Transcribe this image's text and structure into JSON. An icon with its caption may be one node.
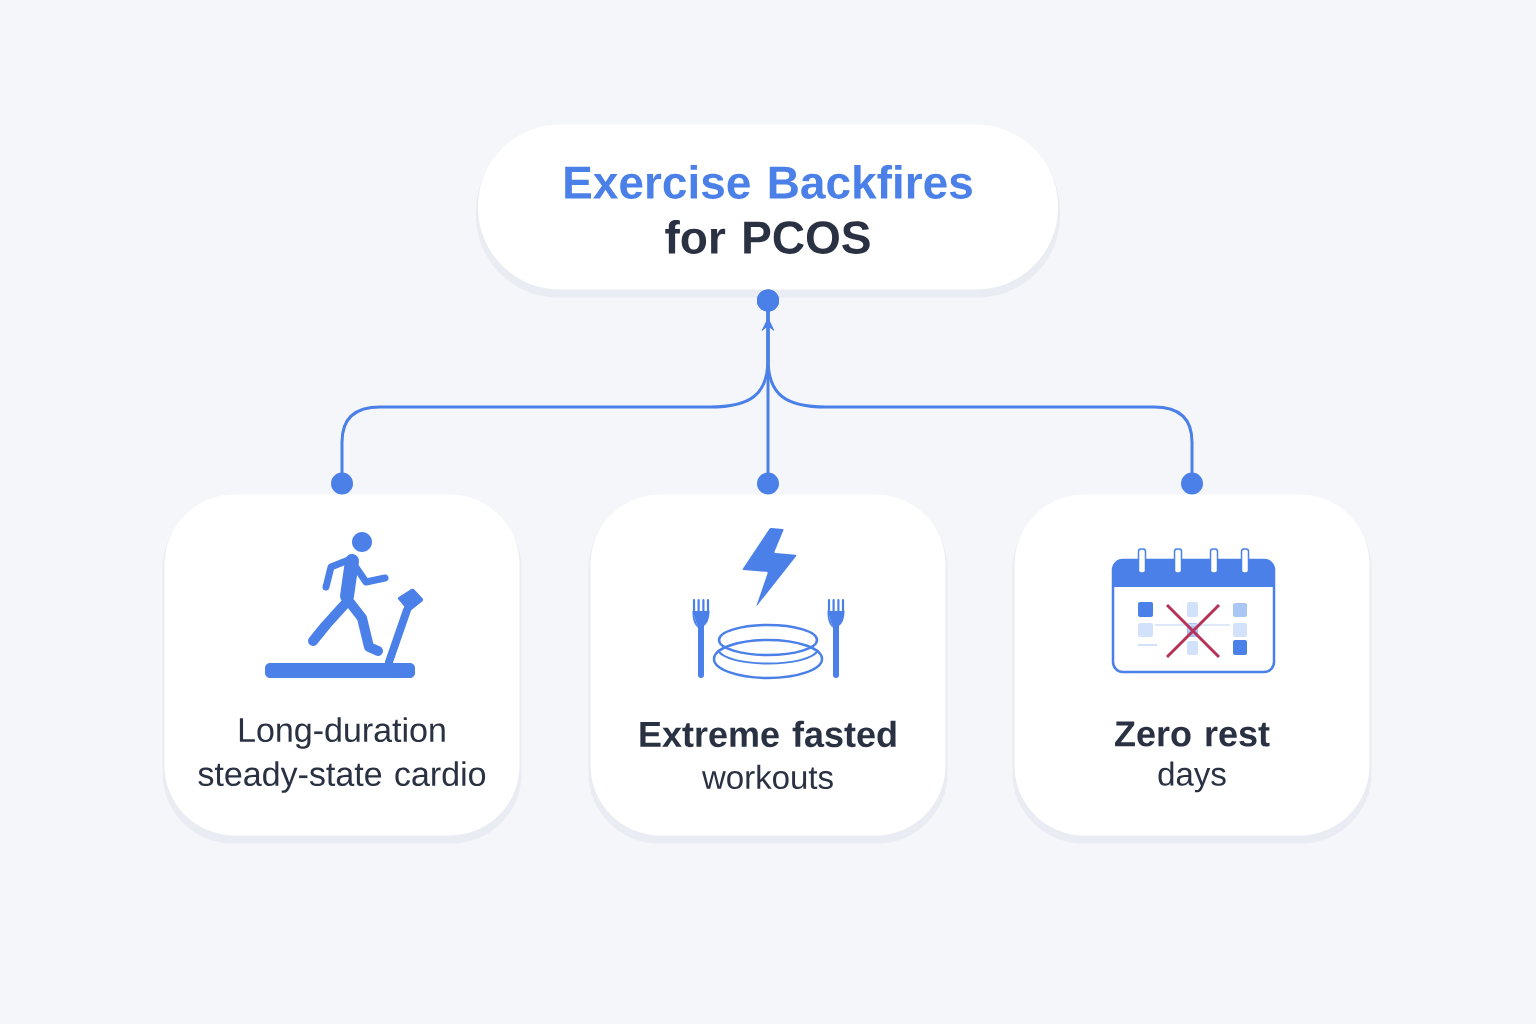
{
  "diagram": {
    "nodes": [
      {
        "text": [
          "Exercise Backfires",
          "for PCOS"
        ]
      },
      {
        "text": [
          "Long-duration steady-state cardio"
        ]
      },
      {
        "text": [
          "Extreme fasted",
          "workouts"
        ]
      },
      {
        "text": [
          "Zero rest",
          "days"
        ]
      }
    ],
    "edges": [
      {
        "from": 1,
        "to": 0,
        "arrow": "to"
      },
      {
        "from": 2,
        "to": 0,
        "arrow": "to"
      },
      {
        "from": 3,
        "to": 0,
        "arrow": "to"
      }
    ]
  }
}
